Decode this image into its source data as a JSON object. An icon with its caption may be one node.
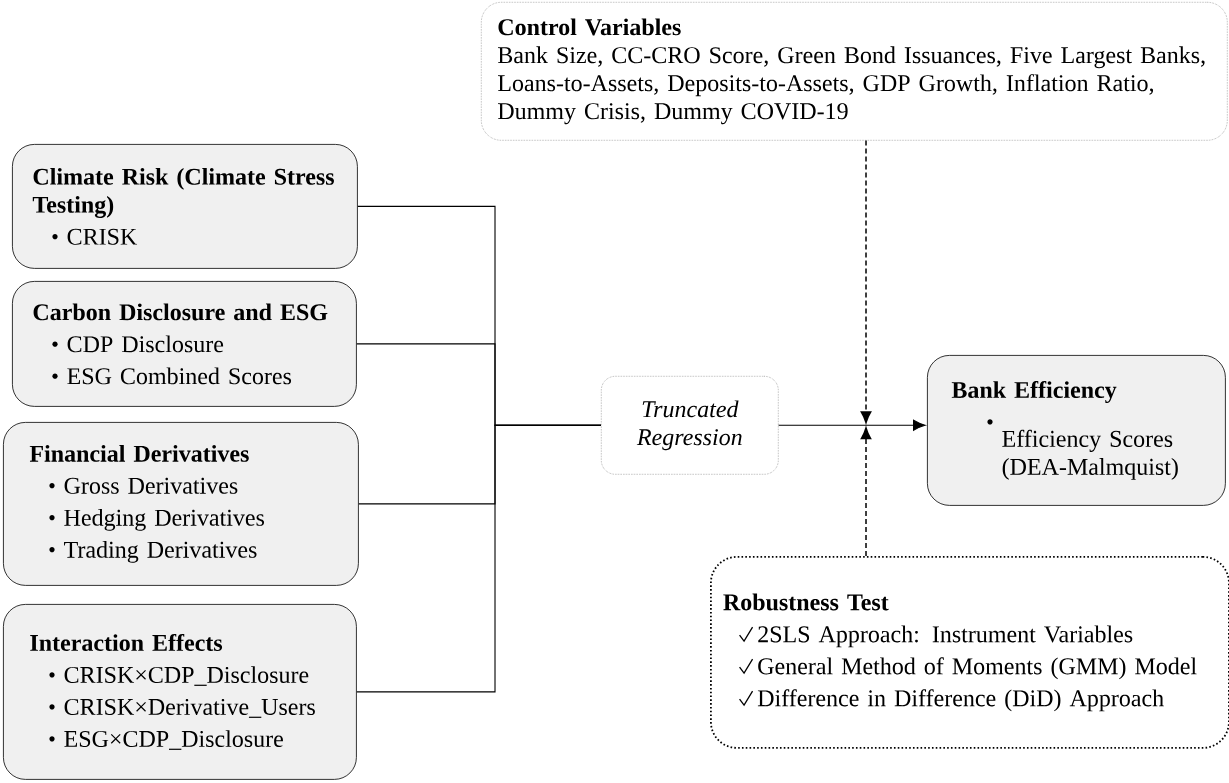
{
  "diagram": {
    "nodes": [
      {
        "text": [
          "Control Variables",
          "Bank Size, CC-CRO Score, Green Bond Issuances, Five Largest Banks, Loans-to-Assets, Deposits-to-Assets, GDP Growth, Inflation Ratio, Dummy Crisis, Dummy COVID-19"
        ]
      },
      {
        "text": [
          "Climate Risk (Climate Stress Testing)",
          "CRISK"
        ]
      },
      {
        "text": [
          "Carbon Disclosure and ESG",
          "CDP Disclosure",
          "ESG Combined Scores"
        ]
      },
      {
        "text": [
          "Financial Derivatives",
          "Gross Derivatives",
          "Hedging Derivatives",
          "Trading Derivatives"
        ]
      },
      {
        "text": [
          "Interaction Effects",
          "CRISK×CDP_Disclosure",
          "CRISK×Derivative_Users",
          "ESG×CDP_Disclosure"
        ]
      },
      {
        "text": [
          "Truncated Regression"
        ]
      },
      {
        "text": [
          "Bank Efficiency",
          "Efficiency Scores (DEA-Malmquist)"
        ]
      },
      {
        "text": [
          "Robustness Test",
          "2SLS Approach: Instrument Variables",
          "General Method of Moments (GMM) Model",
          "Difference in Difference (DiD) Approach"
        ]
      }
    ],
    "edges": [
      {
        "from": 1,
        "to": 5,
        "arrow": "none"
      },
      {
        "from": 2,
        "to": 5,
        "arrow": "none"
      },
      {
        "from": 3,
        "to": 5,
        "arrow": "none"
      },
      {
        "from": 4,
        "to": 5,
        "arrow": "none"
      },
      {
        "from": 5,
        "to": 6,
        "arrow": "to"
      },
      {
        "from": 0,
        "to": null,
        "arrow": "to",
        "style": "dashed"
      },
      {
        "from": 7,
        "to": null,
        "arrow": "to",
        "style": "dashed"
      }
    ]
  }
}
